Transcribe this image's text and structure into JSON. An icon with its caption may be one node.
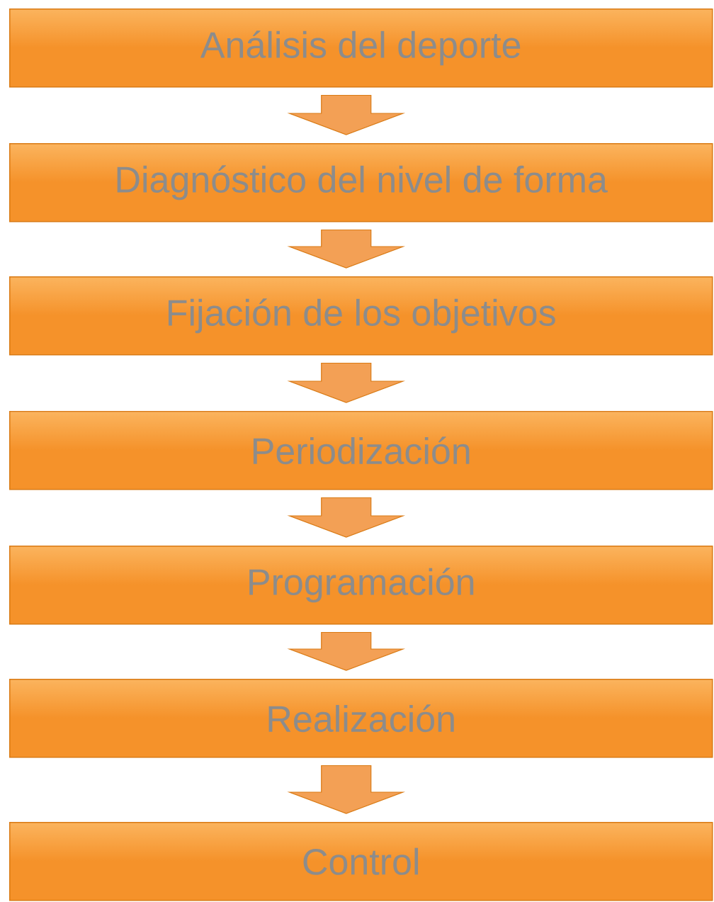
{
  "diagram": {
    "nodes": [
      {
        "text": [
          "Análisis del deporte"
        ]
      },
      {
        "text": [
          "Diagnóstico del nivel de forma"
        ]
      },
      {
        "text": [
          "Fijación de los objetivos"
        ]
      },
      {
        "text": [
          "Periodización"
        ]
      },
      {
        "text": [
          "Programación"
        ]
      },
      {
        "text": [
          "Realización"
        ]
      },
      {
        "text": [
          "Control"
        ]
      }
    ],
    "edges": [
      {
        "from": 0,
        "to": 1,
        "arrow": "to"
      },
      {
        "from": 1,
        "to": 2,
        "arrow": "to"
      },
      {
        "from": 2,
        "to": 3,
        "arrow": "to"
      },
      {
        "from": 3,
        "to": 4,
        "arrow": "to"
      },
      {
        "from": 4,
        "to": 5,
        "arrow": "to"
      },
      {
        "from": 5,
        "to": 6,
        "arrow": "to"
      }
    ]
  }
}
